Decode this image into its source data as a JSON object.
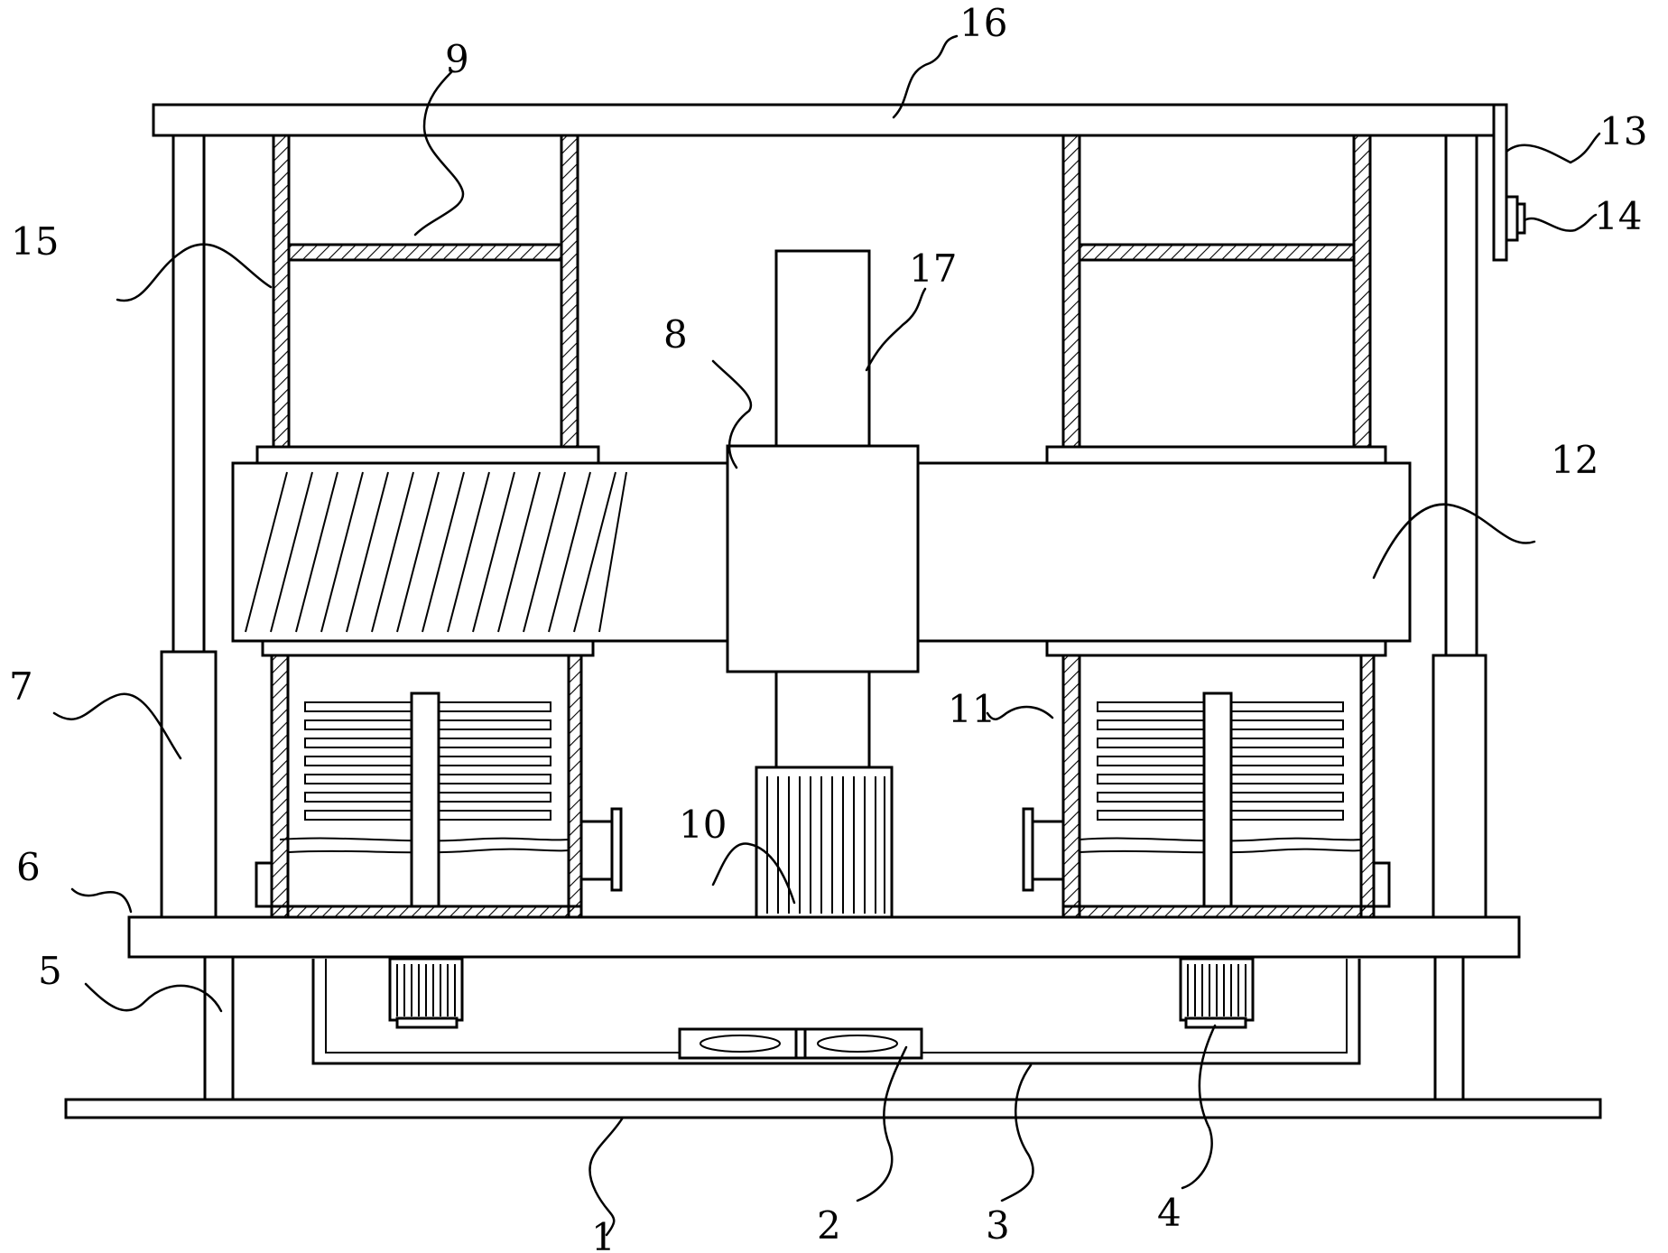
{
  "labels": {
    "l1": "1",
    "l2": "2",
    "l3": "3",
    "l4": "4",
    "l5": "5",
    "l6": "6",
    "l7": "7",
    "l8": "8",
    "l9": "9",
    "l10": "10",
    "l11": "11",
    "l12": "12",
    "l13": "13",
    "l14": "14",
    "l15": "15",
    "l16": "16",
    "l17": "17"
  },
  "colors": {
    "line": "#000000",
    "background": "#ffffff"
  }
}
